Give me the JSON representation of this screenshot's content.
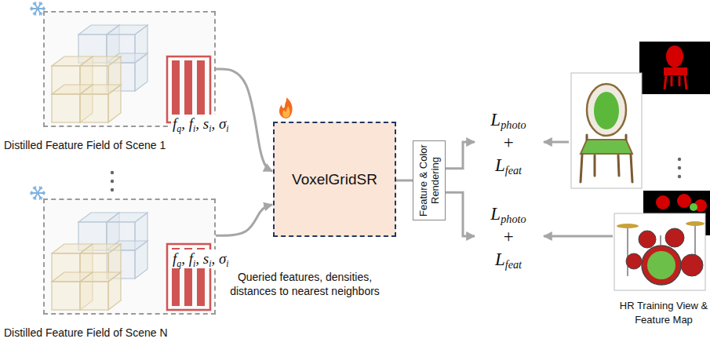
{
  "diagram": {
    "nodes": [
      {
        "text": [
          "Distilled Feature Field of Scene 1"
        ]
      },
      {
        "text": [
          "Distilled Feature Field of Scene N"
        ]
      },
      {
        "text": [
          "VoxelGridSR"
        ]
      },
      {
        "text": [
          "Feature & Color Rendering"
        ]
      },
      {
        "text": [
          "Lphoto",
          "+",
          "Lfeat"
        ]
      },
      {
        "text": [
          "Lphoto",
          "+",
          "Lfeat"
        ]
      }
    ],
    "edges": [
      {
        "from": 0,
        "to": 2,
        "label": "fq, fi, si, σi",
        "arrow": "to"
      },
      {
        "from": 1,
        "to": 2,
        "label": "fq, fi, si, σi",
        "arrow": "to"
      },
      {
        "from": 2,
        "to": 3,
        "arrow": "none"
      },
      {
        "from": 3,
        "to": 4,
        "arrow": "to"
      },
      {
        "from": 3,
        "to": 5,
        "arrow": "to"
      }
    ],
    "labels": [
      "Queried features, densities, distances to nearest neighbors",
      "HR Training View & Feature Map"
    ]
  }
}
